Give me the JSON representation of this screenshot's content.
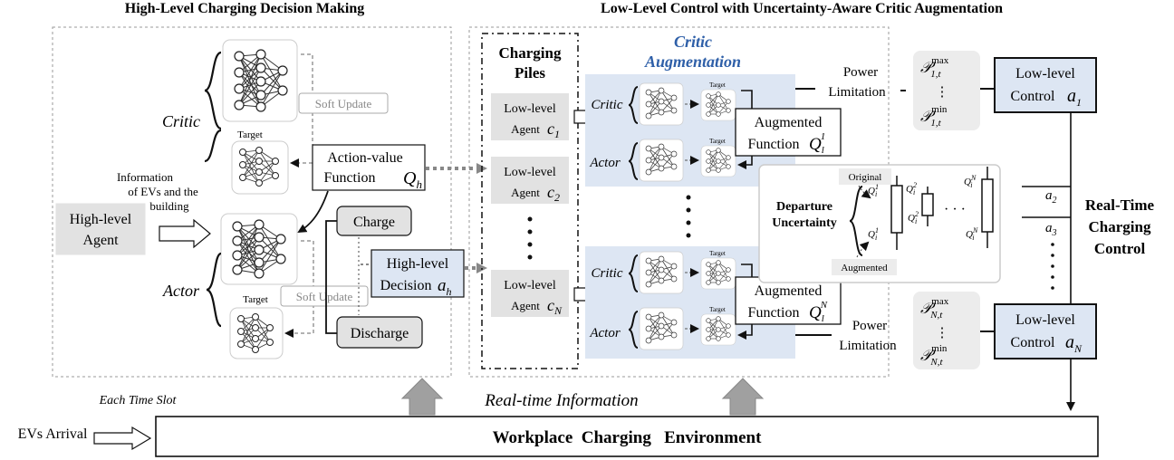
{
  "titles": {
    "left": "High-Level Charging Decision Making",
    "right": "Low-Level Control with Uncertainty-Aware Critic Augmentation"
  },
  "high_level": {
    "agent": [
      "High-level",
      "Agent"
    ],
    "info": [
      "Information",
      "of EVs and the",
      "building"
    ],
    "critic": "Critic",
    "actor": "Actor",
    "target": "Target",
    "soft_update": "Soft Update",
    "action_value": [
      "Action-value",
      "Function"
    ],
    "charge": "Charge",
    "discharge": "Discharge",
    "decision": [
      "High-level",
      "Decision"
    ]
  },
  "charging_piles": {
    "title": [
      "Charging",
      "Piles"
    ],
    "agent_label": "Low-level",
    "agent_sub": "Agent"
  },
  "low_level": {
    "critic_aug": [
      "Critic",
      "Augmentation"
    ],
    "critic": "Critic",
    "actor": "Actor",
    "target": "Target",
    "augmented": [
      "Augmented",
      "Function"
    ],
    "power_limitation": [
      "Power",
      "Limitation"
    ],
    "control": [
      "Low-level",
      "Control"
    ]
  },
  "uncertainty": {
    "original": "Original",
    "augmented": "Augmented",
    "departure": [
      "Departure",
      "Uncertainty"
    ]
  },
  "realtime": {
    "title": [
      "Real-Time",
      "Charging",
      "Control"
    ],
    "info": "Real-time Information"
  },
  "environment": {
    "each_time_slot": "Each Time Slot",
    "evs_arrival": "EVs Arrival",
    "label": "Workplace  Charging   Environment"
  },
  "colors": {
    "accent_blue": "#2e5fa8",
    "blue_fill": "#dde6f3",
    "gray_fill": "#e2e2e2",
    "arrow_gray": "#9e9e9e"
  }
}
